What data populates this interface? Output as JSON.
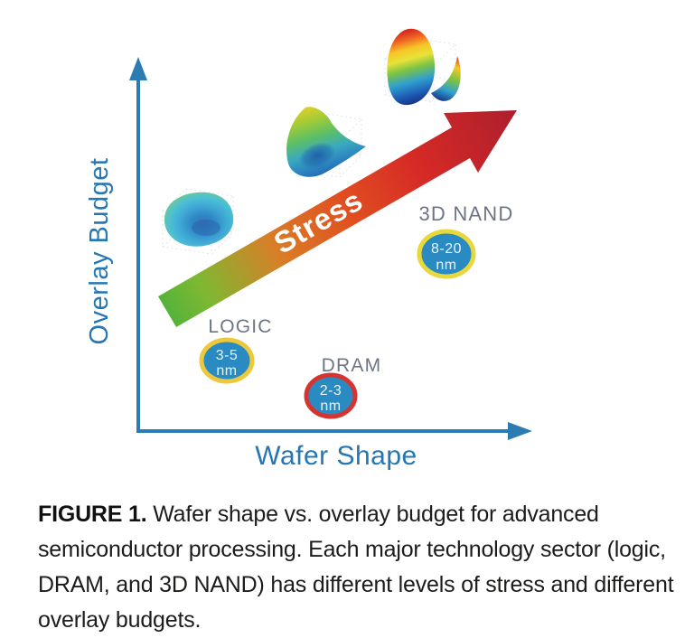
{
  "figure": {
    "axes": {
      "y_label": "Overlay Budget",
      "x_label": "Wafer Shape"
    },
    "arrow_label": "Stress",
    "sectors": [
      {
        "name": "LOGIC",
        "budget": "3-5",
        "unit": "nm",
        "ring_color": "#ecc93c"
      },
      {
        "name": "DRAM",
        "budget": "2-3",
        "unit": "nm",
        "ring_color": "#d63430"
      },
      {
        "name": "3D NAND",
        "budget": "8-20",
        "unit": "nm",
        "ring_color": "#e9d83b"
      }
    ]
  },
  "caption": {
    "label": "FIGURE 1.",
    "text": " Wafer shape vs. overlay budget for advanced semiconductor processing. Each major technology sector (logic, DRAM, and 3D NAND) has different levels of stress and different overlay budgets."
  },
  "colors": {
    "axis_blue": "#2a7cb3",
    "axis_label_blue": "#2577b4",
    "sector_label_gray": "#6d7585",
    "badge_fill_blue": "#2a8ac2",
    "badge_text": "#e8f4fb",
    "stress_green": "#4fb23a",
    "stress_orange": "#d97e27",
    "stress_red": "#d62a26",
    "stress_dark_red": "#ad1f2d"
  },
  "chart_data": {
    "type": "scatter",
    "title": "",
    "xlabel": "Wafer Shape",
    "ylabel": "Overlay Budget",
    "axes_quantitative": false,
    "annotations": [
      "Stress arrow increasing from low wafer shape / low overlay budget toward high wafer shape / high overlay budget"
    ],
    "points": [
      {
        "label": "LOGIC",
        "overlay_budget_nm": "3-5",
        "wafer_shape_level": "low",
        "overlay_budget_level": "low",
        "wafer_shape_icon": "slightly-bowed-wafer",
        "ring_color": "#ecc93c"
      },
      {
        "label": "DRAM",
        "overlay_budget_nm": "2-3",
        "wafer_shape_level": "medium",
        "overlay_budget_level": "lowest",
        "wafer_shape_icon": "bowl-shaped-wafer",
        "ring_color": "#d63430"
      },
      {
        "label": "3D NAND",
        "overlay_budget_nm": "8-20",
        "wafer_shape_level": "high",
        "overlay_budget_level": "medium",
        "wafer_shape_icon": "saddle-shaped-wafer",
        "ring_color": "#e9d83b"
      }
    ],
    "legend_position": "none",
    "grid": false
  }
}
